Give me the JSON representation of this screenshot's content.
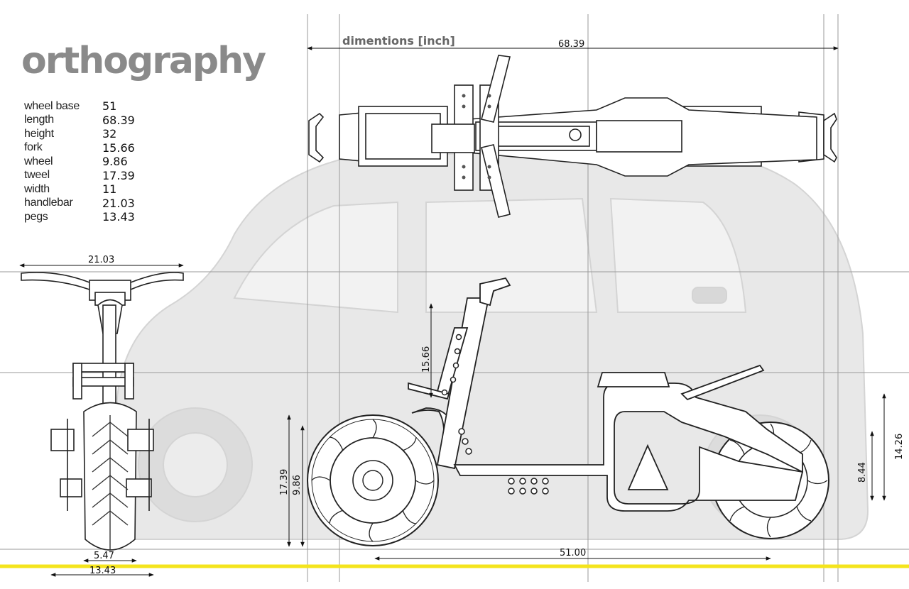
{
  "title": "orthography",
  "heading": "dimentions [inch]",
  "specs": [
    {
      "label": "wheel base",
      "value": "51"
    },
    {
      "label": "length",
      "value": "68.39"
    },
    {
      "label": "height",
      "value": "32"
    },
    {
      "label": "fork",
      "value": "15.66"
    },
    {
      "label": "wheel",
      "value": "9.86"
    },
    {
      "label": "tweel",
      "value": "17.39"
    },
    {
      "label": "width",
      "value": "11"
    },
    {
      "label": "handlebar",
      "value": "21.03"
    },
    {
      "label": "pegs",
      "value": "13.43"
    }
  ],
  "dimensions": {
    "overall_length": "68.39",
    "handlebar_width": "21.03",
    "fork": "15.66",
    "tweel": "17.39",
    "wheel": "9.86",
    "rear_height": "14.26",
    "rear_wheel": "8.44",
    "wheel_base": "51.00",
    "tire_width": "5.47",
    "pegs_width": "13.43"
  },
  "colors": {
    "ground_line": "#f4e41c",
    "title_gray": "#8a8a8a",
    "car_silhouette": "#e6e6e6"
  }
}
